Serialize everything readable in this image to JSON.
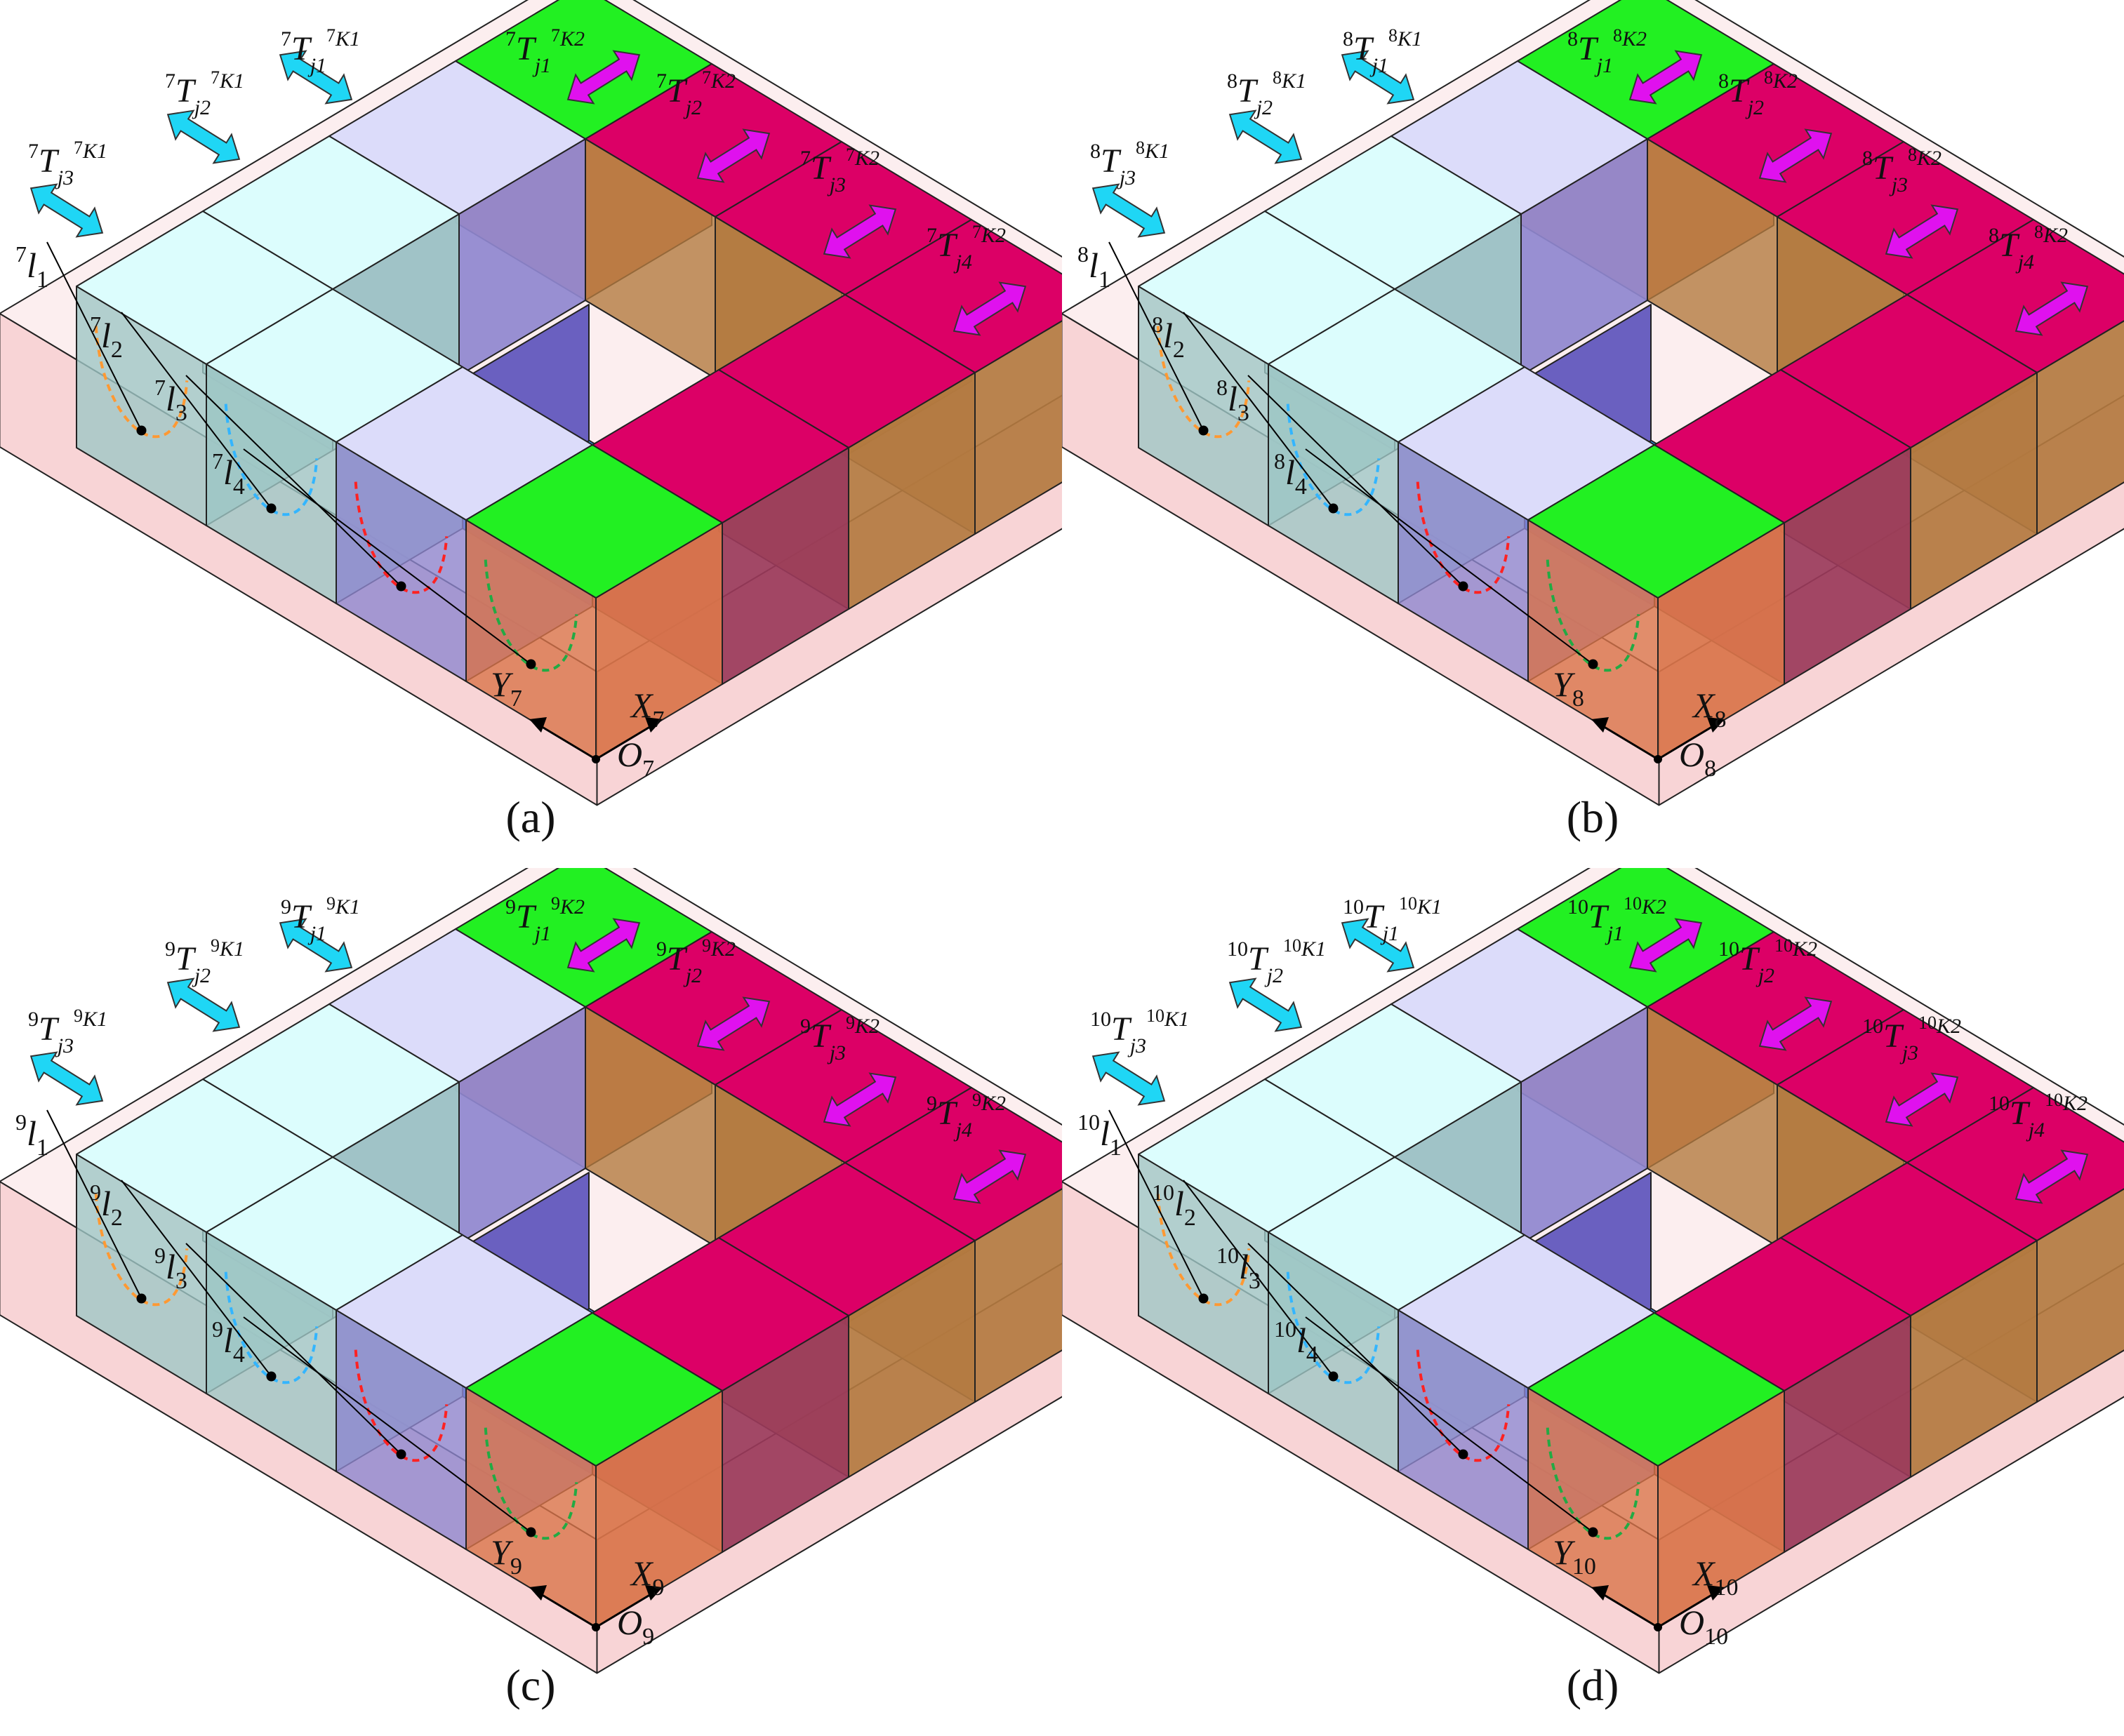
{
  "figure": {
    "panels": [
      {
        "id": "a",
        "subfigure_label": "(a)",
        "sup": "7",
        "cells": [
          {
            "label": "l",
            "sub": "1"
          },
          {
            "label": "l",
            "sub": "2"
          },
          {
            "label": "l",
            "sub": "3"
          },
          {
            "label": "l",
            "sub": "4"
          }
        ],
        "axis_x": {
          "name": "X",
          "sub": "7"
        },
        "axis_y": {
          "name": "Y",
          "sub": "7"
        },
        "origin": {
          "name": "O",
          "sub": "7"
        },
        "arrows_left": [
          {
            "base": "T",
            "sub": "j1",
            "sup2": "K1"
          },
          {
            "base": "T",
            "sub": "j2",
            "sup2": "K1"
          },
          {
            "base": "T",
            "sub": "j3",
            "sup2": "K1"
          }
        ],
        "arrows_right": [
          {
            "base": "T",
            "sub": "j1",
            "sup2": "K2"
          },
          {
            "base": "T",
            "sub": "j2",
            "sup2": "K2"
          },
          {
            "base": "T",
            "sub": "j3",
            "sup2": "K2"
          },
          {
            "base": "T",
            "sub": "j4",
            "sup2": "K2"
          }
        ]
      },
      {
        "id": "b",
        "subfigure_label": "(b)",
        "sup": "8",
        "cells": [
          {
            "label": "l",
            "sub": "1"
          },
          {
            "label": "l",
            "sub": "2"
          },
          {
            "label": "l",
            "sub": "3"
          },
          {
            "label": "l",
            "sub": "4"
          }
        ],
        "axis_x": {
          "name": "X",
          "sub": "8"
        },
        "axis_y": {
          "name": "Y",
          "sub": "8"
        },
        "origin": {
          "name": "O",
          "sub": "8"
        },
        "arrows_left": [
          {
            "base": "T",
            "sub": "j1",
            "sup2": "K1"
          },
          {
            "base": "T",
            "sub": "j2",
            "sup2": "K1"
          },
          {
            "base": "T",
            "sub": "j3",
            "sup2": "K1"
          }
        ],
        "arrows_right": [
          {
            "base": "T",
            "sub": "j1",
            "sup2": "K2"
          },
          {
            "base": "T",
            "sub": "j2",
            "sup2": "K2"
          },
          {
            "base": "T",
            "sub": "j3",
            "sup2": "K2"
          },
          {
            "base": "T",
            "sub": "j4",
            "sup2": "K2"
          }
        ]
      },
      {
        "id": "c",
        "subfigure_label": "(c)",
        "sup": "9",
        "cells": [
          {
            "label": "l",
            "sub": "1"
          },
          {
            "label": "l",
            "sub": "2"
          },
          {
            "label": "l",
            "sub": "3"
          },
          {
            "label": "l",
            "sub": "4"
          }
        ],
        "axis_x": {
          "name": "X",
          "sub": "9"
        },
        "axis_y": {
          "name": "Y",
          "sub": "9"
        },
        "origin": {
          "name": "O",
          "sub": "9"
        },
        "arrows_left": [
          {
            "base": "T",
            "sub": "j1",
            "sup2": "K1"
          },
          {
            "base": "T",
            "sub": "j2",
            "sup2": "K1"
          },
          {
            "base": "T",
            "sub": "j3",
            "sup2": "K1"
          }
        ],
        "arrows_right": [
          {
            "base": "T",
            "sub": "j1",
            "sup2": "K2"
          },
          {
            "base": "T",
            "sub": "j2",
            "sup2": "K2"
          },
          {
            "base": "T",
            "sub": "j3",
            "sup2": "K2"
          },
          {
            "base": "T",
            "sub": "j4",
            "sup2": "K2"
          }
        ]
      },
      {
        "id": "d",
        "subfigure_label": "(d)",
        "sup": "10",
        "cells": [
          {
            "label": "l",
            "sub": "1"
          },
          {
            "label": "l",
            "sub": "2"
          },
          {
            "label": "l",
            "sub": "3"
          },
          {
            "label": "l",
            "sub": "4"
          }
        ],
        "axis_x": {
          "name": "X",
          "sub": "10"
        },
        "axis_y": {
          "name": "Y",
          "sub": "10"
        },
        "origin": {
          "name": "O",
          "sub": "10"
        },
        "arrows_left": [
          {
            "base": "T",
            "sub": "j1",
            "sup2": "K1"
          },
          {
            "base": "T",
            "sub": "j2",
            "sup2": "K1"
          },
          {
            "base": "T",
            "sub": "j3",
            "sup2": "K1"
          }
        ],
        "arrows_right": [
          {
            "base": "T",
            "sub": "j1",
            "sup2": "K2"
          },
          {
            "base": "T",
            "sub": "j2",
            "sup2": "K2"
          },
          {
            "base": "T",
            "sub": "j3",
            "sup2": "K2"
          },
          {
            "base": "T",
            "sub": "j4",
            "sup2": "K2"
          }
        ]
      }
    ],
    "colors": {
      "frame_fill": "#f7cfd2",
      "frame_stroke": "#222222",
      "cell_top_cyan": "#dcfdfd",
      "cell_top_lavender": "#dcdcfa",
      "cell_top_green": "#22f022",
      "cell_top_magenta": "#dc0066",
      "cell_side_cyan": "#9fc7c6",
      "cell_side_lavender": "#8f87cf",
      "cell_side_green_orange": "#d9744a",
      "cell_side_magenta": "#9a3a5a",
      "cell_side_brown": "#b37a40",
      "pit_blue": "#1a66d4",
      "pit_light_blue": "#2e9bff",
      "pit_cyan": "#33e3f5",
      "pit_violet": "#6a60c0",
      "pit_green": "#12b812",
      "arrow_cyan": "#1fd6f5",
      "arrow_magenta": "#e011ee",
      "curve_orange": "#ff9933",
      "curve_blue": "#33b5ff",
      "curve_red": "#ff2222",
      "curve_green": "#22aa44"
    }
  }
}
